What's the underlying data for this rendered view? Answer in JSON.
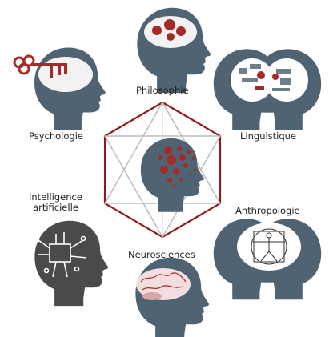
{
  "labels": {
    "philosophie": "Philosophie",
    "psychologie": "Psychologie",
    "linguistique": "Linguistique",
    "intelligence_line1": "Intelligence",
    "intelligence_line2": "artificielle",
    "anthropologie": "Anthropologie",
    "neurosciences": "Neurosciences"
  },
  "colors": {
    "head": "#4f6373",
    "hexagon": "#8e1b1b",
    "star": "#b9b9b9",
    "accent_red": "#a52a2a"
  }
}
